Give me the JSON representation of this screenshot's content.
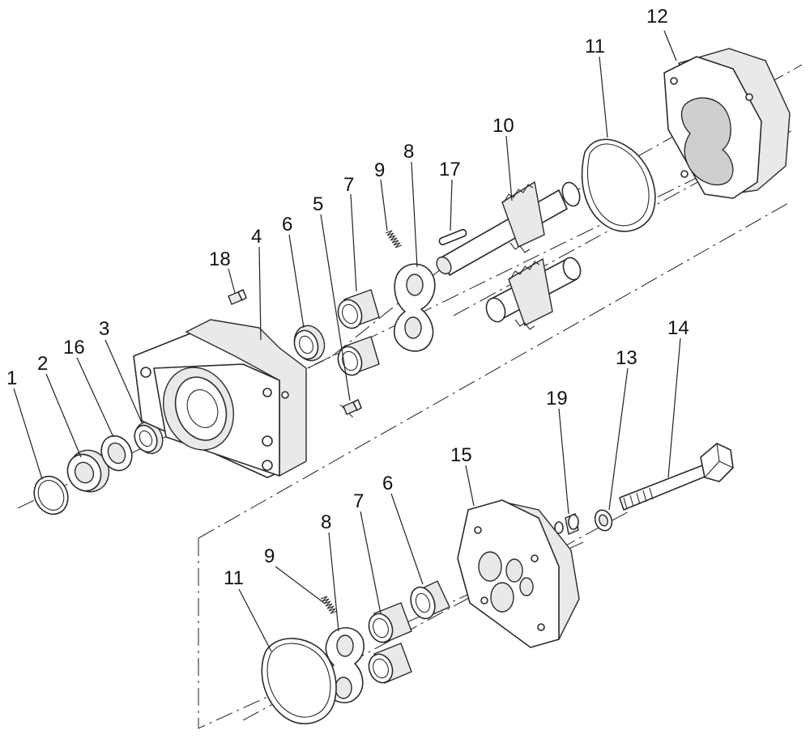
{
  "diagram": {
    "callouts": {
      "c1": "1",
      "c2": "2",
      "c16": "16",
      "c3": "3",
      "c4": "4",
      "c18": "18",
      "c6a": "6",
      "c5": "5",
      "c7a": "7",
      "c9a": "9",
      "c8a": "8",
      "c17": "17",
      "c10": "10",
      "c11a": "11",
      "c12": "12",
      "c14": "14",
      "c13": "13",
      "c19": "19",
      "c15": "15",
      "c6b": "6",
      "c7b": "7",
      "c8b": "8",
      "c9b": "9",
      "c11b": "11"
    }
  }
}
